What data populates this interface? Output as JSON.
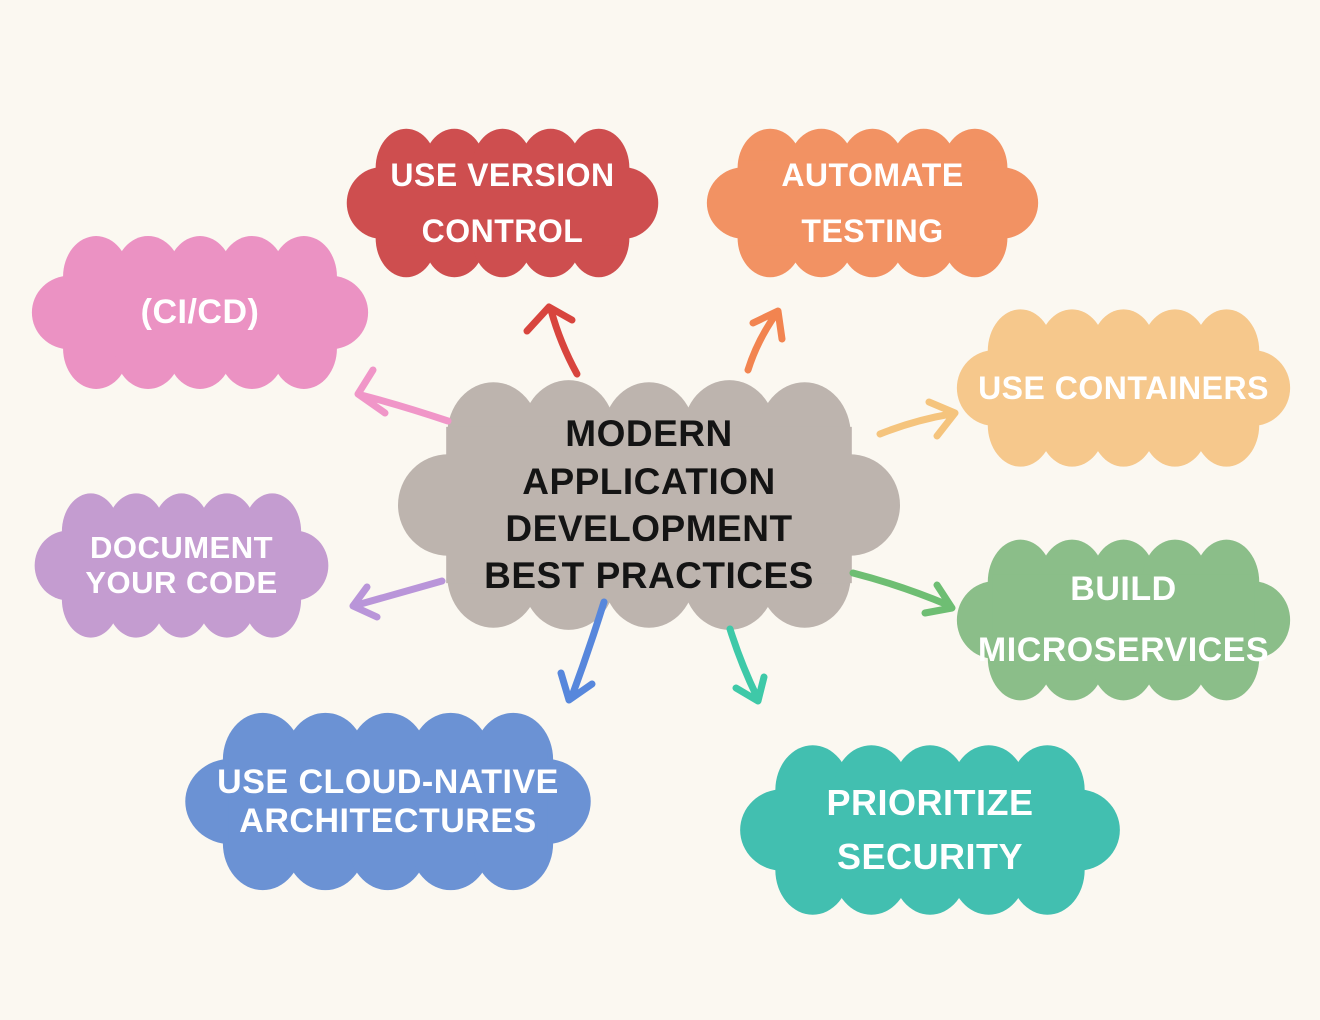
{
  "canvas": {
    "background": "#FBF8F1"
  },
  "center": {
    "lines": [
      "MODERN",
      "APPLICATION",
      "DEVELOPMENT",
      "BEST PRACTICES"
    ],
    "fill": "#BDB4AE",
    "text_color": "#141414"
  },
  "nodes": [
    {
      "name": "ci-cd",
      "lines": [
        "(CI/CD)"
      ],
      "fill": "#EB92C3",
      "arrow": "#F096C8"
    },
    {
      "name": "use-version-control",
      "lines": [
        "USE VERSION",
        "CONTROL"
      ],
      "fill": "#CE4E4F",
      "arrow": "#D8453E"
    },
    {
      "name": "automate-testing",
      "lines": [
        "AUTOMATE",
        "TESTING"
      ],
      "fill": "#F29263",
      "arrow": "#F28450"
    },
    {
      "name": "use-containers",
      "lines": [
        "USE CONTAINERS"
      ],
      "fill": "#F6C88C",
      "arrow": "#F5C47D"
    },
    {
      "name": "build-microservices",
      "lines": [
        "BUILD",
        "MICROSERVICES"
      ],
      "fill": "#8BBE89",
      "arrow": "#6EBE73"
    },
    {
      "name": "prioritize-security",
      "lines": [
        "PRIORITIZE",
        "SECURITY"
      ],
      "fill": "#42BFB0",
      "arrow": "#3EC9A8"
    },
    {
      "name": "use-cloud-native-architectures",
      "lines": [
        "USE CLOUD-NATIVE",
        "ARCHITECTURES"
      ],
      "fill": "#6B92D4",
      "arrow": "#5787DC"
    },
    {
      "name": "document-your-code",
      "lines": [
        "DOCUMENT",
        "YOUR CODE"
      ],
      "fill": "#C49CD0",
      "arrow": "#B995D9"
    }
  ]
}
